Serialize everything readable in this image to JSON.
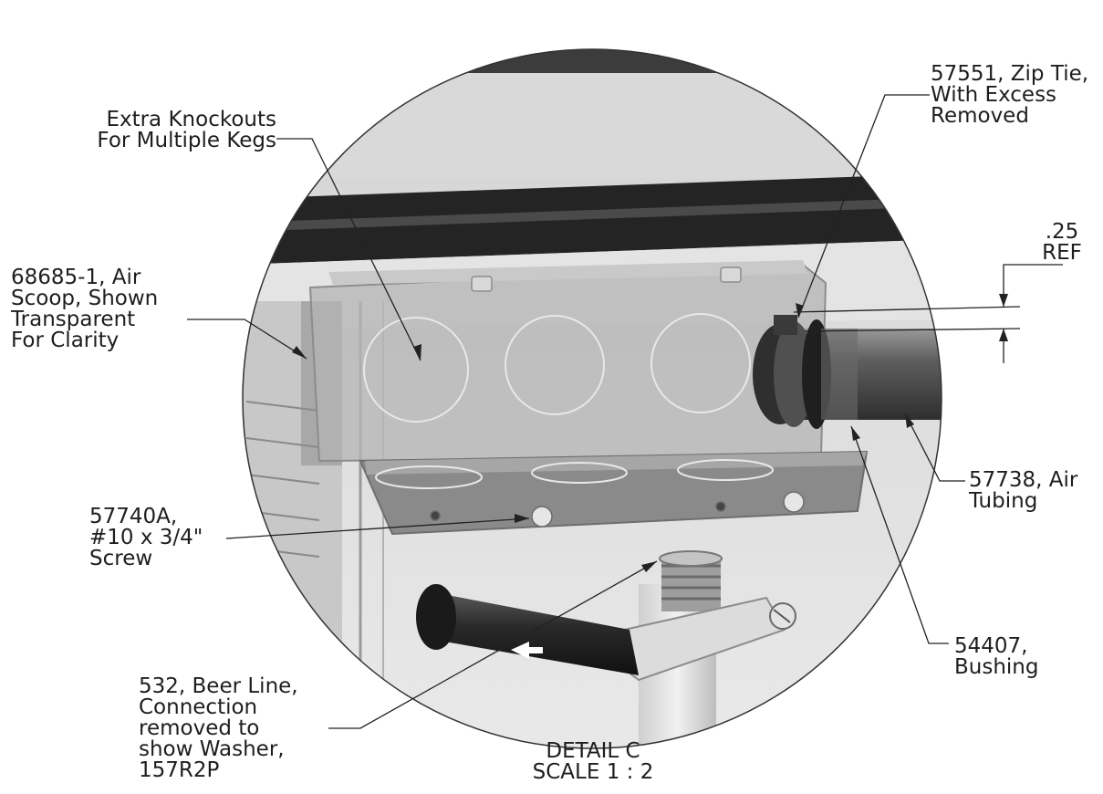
{
  "labels": {
    "knockouts": [
      "Extra Knockouts",
      "For  Multiple Kegs"
    ],
    "zip_tie": [
      "57551, Zip Tie,",
      "With Excess",
      "Removed"
    ],
    "air_scoop": [
      "68685-1, Air",
      "Scoop, Shown",
      "Transparent",
      "For Clarity"
    ],
    "dimension": [
      ".25",
      "REF"
    ],
    "screw": [
      "57740A,",
      "#10 x 3/4\"",
      "Screw"
    ],
    "air_tubing": [
      "57738, Air",
      "Tubing"
    ],
    "bushing": [
      "54407,",
      "Bushing"
    ],
    "beer_line": [
      "532, Beer Line,",
      "Connection",
      "removed to",
      "show Washer,",
      "157R2P"
    ],
    "detail": [
      "DETAIL C",
      "SCALE 1 : 2"
    ]
  }
}
